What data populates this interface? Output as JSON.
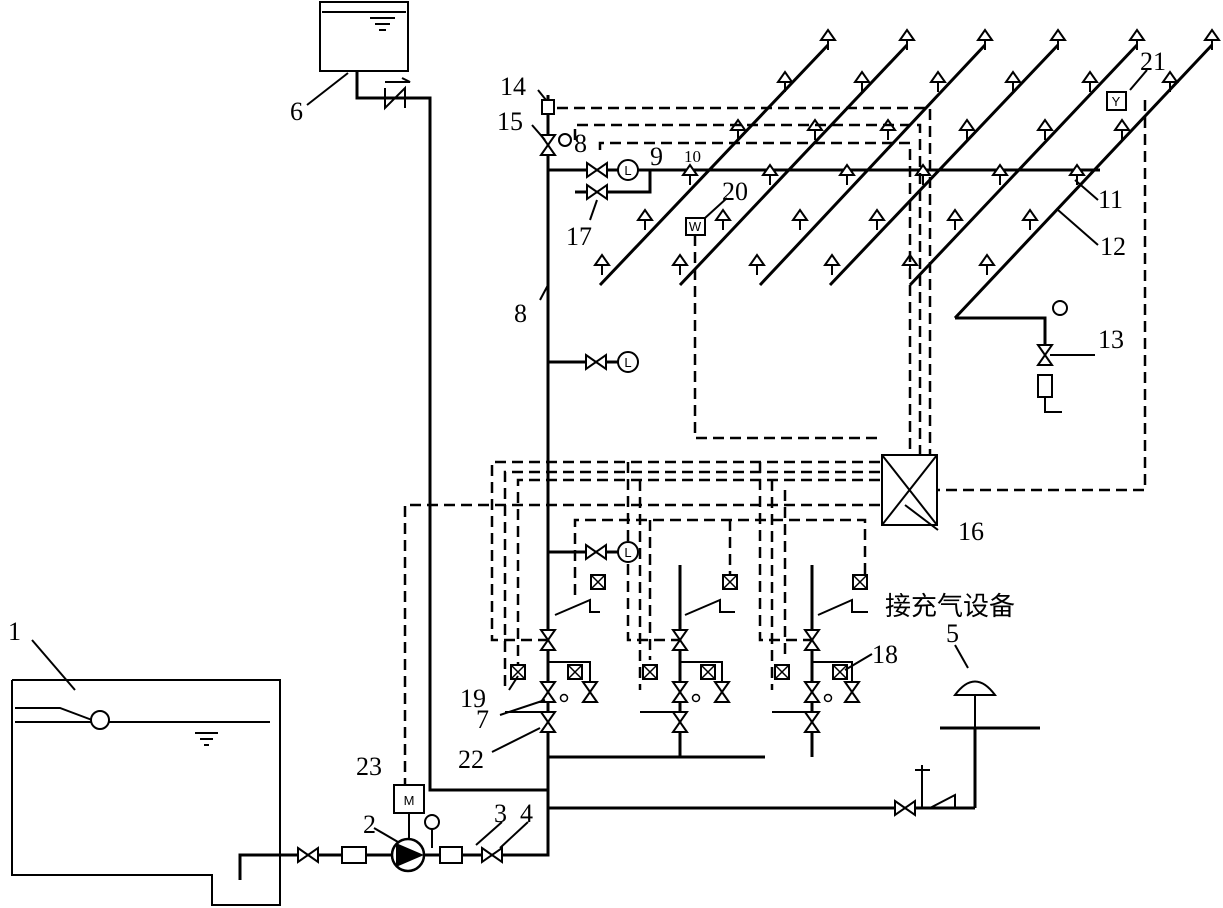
{
  "numbers": {
    "n1": "1",
    "n2": "2",
    "n3": "3",
    "n4": "4",
    "n5": "5",
    "n6": "6",
    "n7": "7",
    "n8a": "8",
    "n8b": "8",
    "n9": "9",
    "n10": "10",
    "n11": "11",
    "n12": "12",
    "n13": "13",
    "n14": "14",
    "n15": "15",
    "n16": "16",
    "n17": "17",
    "n18": "18",
    "n19": "19",
    "n20": "20",
    "n21": "21",
    "n22": "22",
    "n23": "23"
  },
  "text": {
    "gas_supply": "接充气设备"
  },
  "symbols": {
    "motor_letter": "M",
    "y_box_letter": "Y",
    "w_box_letter": "W",
    "gauge_letter": "L"
  },
  "icons": {
    "valve": "bowtie-valve",
    "sprinkler": "upright-sprinkler-head",
    "pump": "centrifugal-pump",
    "controller": "crossed-box-alarm-controller",
    "alarm_bell": "water-motor-gong"
  }
}
